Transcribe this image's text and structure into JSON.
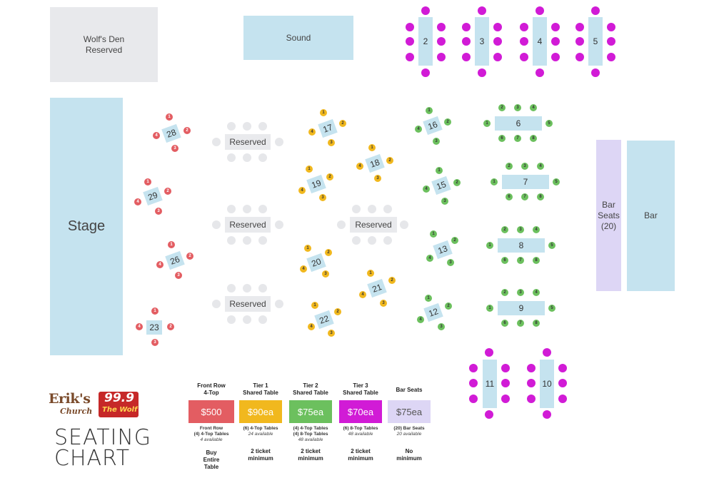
{
  "areas": {
    "wolfs_den": "Wolf's Den\nReserved",
    "sound": "Sound",
    "stage": "Stage",
    "bar_seats": "Bar\nSeats\n(20)",
    "bar": "Bar",
    "reserved": "Reserved"
  },
  "tables": {
    "t1": "2",
    "t2": "3",
    "t3": "4",
    "t4": "5",
    "t6": "6",
    "t7": "7",
    "t8": "8",
    "t9": "9",
    "t10": "10",
    "t11": "11",
    "t12": "12",
    "t13": "13",
    "t15": "15",
    "t16": "16",
    "t17": "17",
    "t18": "18",
    "t19": "19",
    "t20": "20",
    "t21": "21",
    "t22": "22",
    "t23": "23",
    "t26": "26",
    "t28": "28",
    "t29": "29"
  },
  "seat_numbers": [
    "1",
    "2",
    "3",
    "4",
    "5",
    "6",
    "7",
    "8"
  ],
  "colors": {
    "front_row": "#e35d62",
    "tier1": "#f1b81e",
    "tier2": "#6cc05e",
    "tier3": "#d11bd6",
    "bar_seats": "#ddd6f5",
    "area_blue": "#c5e3ef"
  },
  "legend": [
    {
      "header": "Front Row\n4-Top",
      "price": "$500",
      "desc": "Front Row\n(4) 4-Top Tables",
      "avail": "4 available",
      "min": "Buy\nEntire\nTable",
      "color": "#e35d62",
      "text": "#ffffff"
    },
    {
      "header": "Tier 1\nShared Table",
      "price": "$90ea",
      "desc": "(6) 4-Top Tables",
      "avail": "24 available",
      "min": "2 ticket\nminimum",
      "color": "#f1b81e",
      "text": "#ffffff"
    },
    {
      "header": "Tier 2\nShared Table",
      "price": "$75ea",
      "desc": "(4) 4-Top Tables\n(4) 8-Top Tables",
      "avail": "48 available",
      "min": "2 ticket\nminimum",
      "color": "#6cc05e",
      "text": "#ffffff"
    },
    {
      "header": "Tier 3\nShared Table",
      "price": "$70ea",
      "desc": "(6) 8-Top Tables",
      "avail": "48 available",
      "min": "2 ticket\nminimum",
      "color": "#d11bd6",
      "text": "#ffffff"
    },
    {
      "header": "Bar Seats",
      "price": "$75ea",
      "desc": "(20) Bar Seats",
      "avail": "20 available",
      "min": "No\nminimum",
      "color": "#ddd6f5",
      "text": "#555555"
    }
  ],
  "logo": {
    "eriks": "Erik's",
    "church": "Church",
    "station": "99.9",
    "station_name": "The Wolf"
  },
  "title": "SEATING\nCHART"
}
